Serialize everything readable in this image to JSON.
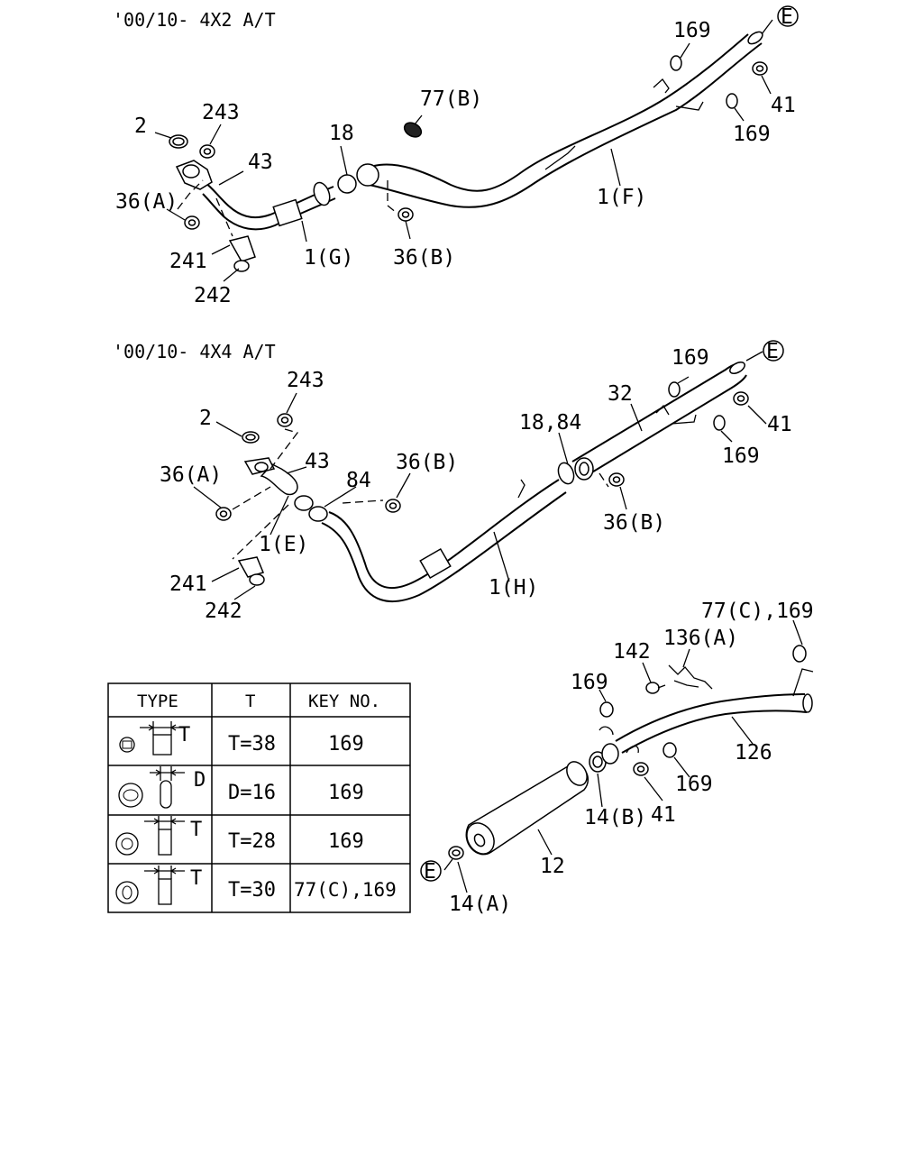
{
  "sections": {
    "top_header": "'00/10- 4X2 A/T",
    "mid_header": "'00/10- 4X4 A/T"
  },
  "callouts": {
    "top": {
      "p169a": "169",
      "pE": "E",
      "p41": "41",
      "p169b": "169",
      "p77B": "77(B)",
      "p243": "243",
      "p2": "2",
      "p43": "43",
      "p18": "18",
      "p36A": "36(A)",
      "p1F": "1(F)",
      "p241": "241",
      "p1G": "1(G)",
      "p36B": "36(B)",
      "p242": "242"
    },
    "mid": {
      "p169a": "169",
      "pE": "E",
      "p243": "243",
      "p32": "32",
      "p18_84": "18,84",
      "p41": "41",
      "p2": "2",
      "p36B_a": "36(B)",
      "p43": "43",
      "p169b": "169",
      "p36A": "36(A)",
      "p84": "84",
      "p1E": "1(E)",
      "p36B_b": "36(B)",
      "p241": "241",
      "p1H": "1(H)",
      "p242": "242"
    },
    "bottom": {
      "p77C169": "77(C),169",
      "p142": "142",
      "p136A": "136(A)",
      "p169a": "169",
      "p126": "126",
      "p169b": "169",
      "p14B": "14(B)",
      "p41": "41",
      "p12": "12",
      "pE": "E",
      "p14A": "14(A)"
    }
  },
  "table": {
    "headers": [
      "TYPE",
      "T",
      "KEY NO."
    ],
    "rows": [
      {
        "dim_letter": "T",
        "dim": "T=38",
        "key": "169"
      },
      {
        "dim_letter": "D",
        "dim": "D=16",
        "key": "169"
      },
      {
        "dim_letter": "T",
        "dim": "T=28",
        "key": "169"
      },
      {
        "dim_letter": "T",
        "dim": "T=30",
        "key": "77(C),169"
      }
    ]
  }
}
